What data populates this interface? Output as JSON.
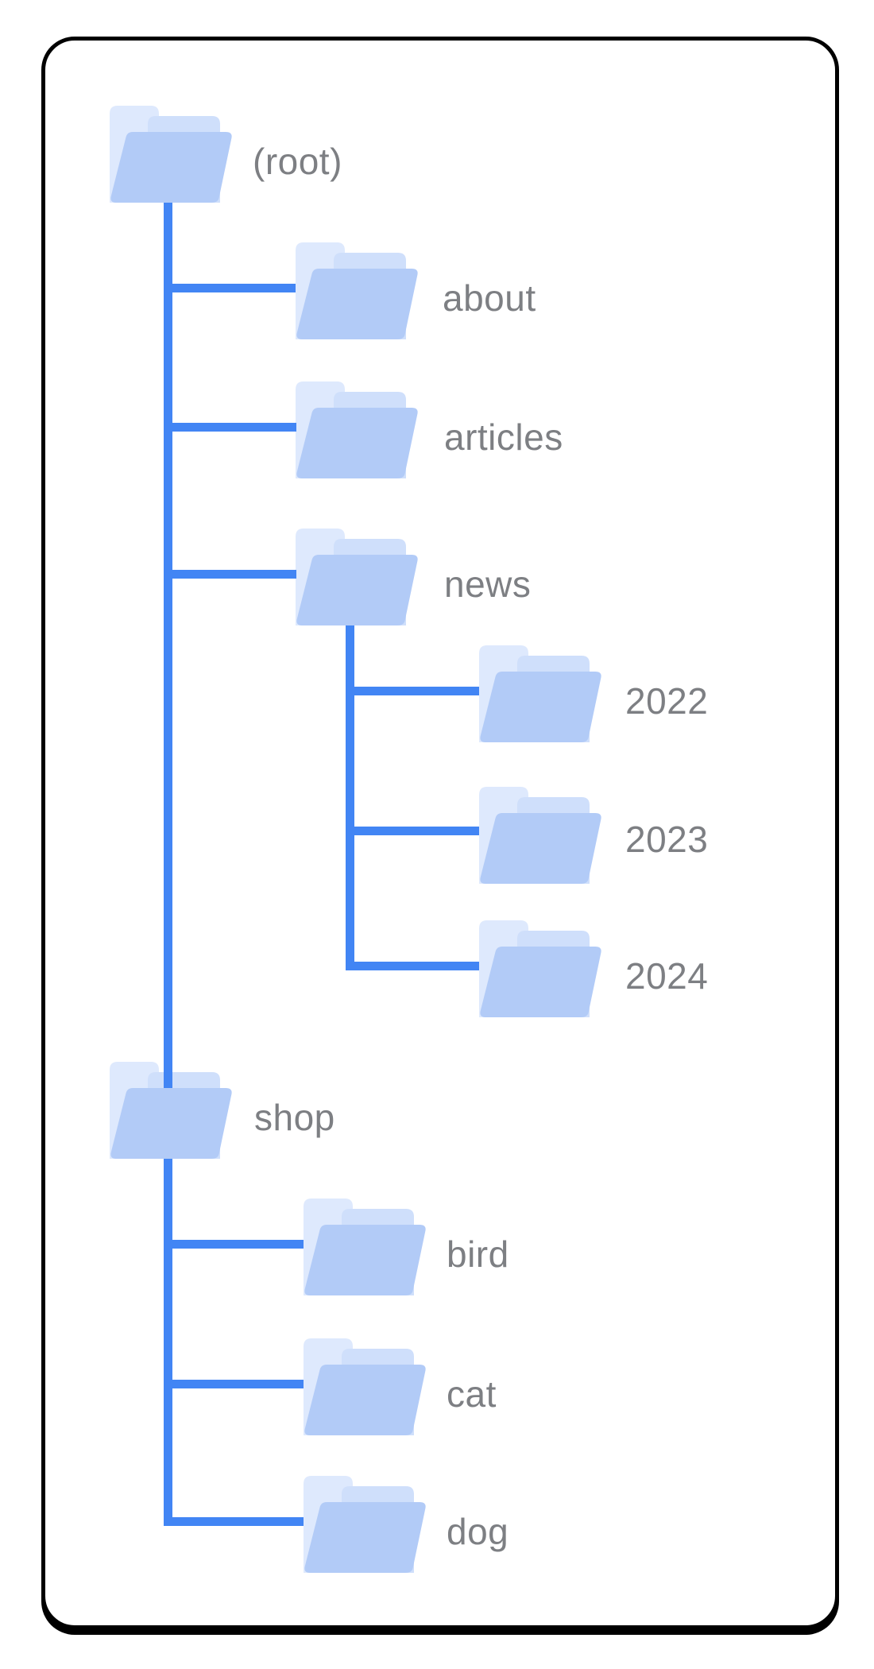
{
  "figure": {
    "kind": "site-directory-tree-diagram",
    "background_color": "#ffffff",
    "card_border_color": "#000000",
    "connector_line_color": "#4285f4",
    "label_text_color": "#7d7f83",
    "folder_icon_colors": {
      "front_panel": "#b2cbf7",
      "middle_sheet": "#cfdffb",
      "back_tab": "#dee9fd"
    }
  },
  "tree": {
    "nodes": [
      {
        "label": "(root)",
        "level": 0,
        "parent": null
      },
      {
        "label": "about",
        "level": 1,
        "parent": "(root)"
      },
      {
        "label": "articles",
        "level": 1,
        "parent": "(root)"
      },
      {
        "label": "news",
        "level": 1,
        "parent": "(root)"
      },
      {
        "label": "2022",
        "level": 2,
        "parent": "news"
      },
      {
        "label": "2023",
        "level": 2,
        "parent": "news"
      },
      {
        "label": "2024",
        "level": 2,
        "parent": "news"
      },
      {
        "label": "shop",
        "level": 1,
        "parent": "(root)"
      },
      {
        "label": "bird",
        "level": 2,
        "parent": "shop"
      },
      {
        "label": "cat",
        "level": 2,
        "parent": "shop"
      },
      {
        "label": "dog",
        "level": 2,
        "parent": "shop"
      }
    ]
  }
}
